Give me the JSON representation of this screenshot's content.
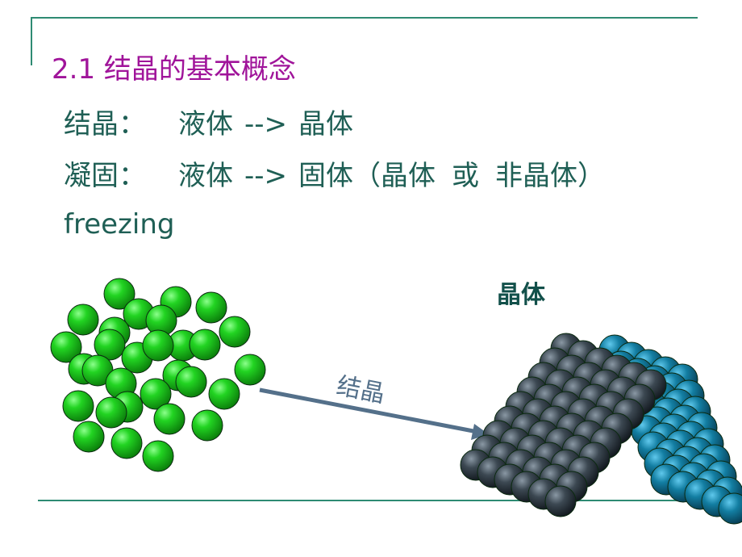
{
  "slide": {
    "title": "2.1 结晶的基本概念",
    "line1": {
      "term": "结晶：",
      "from": "液体",
      "arrow": "-->",
      "to": "晶体"
    },
    "line2": {
      "term": "凝固：",
      "from": "液体",
      "arrow": "-->",
      "to": "固体（晶体",
      "or": "或",
      "alt": "非晶体）"
    },
    "line3": "freezing"
  },
  "diagram": {
    "arrow_label": "结晶",
    "crystal_label": "晶体"
  },
  "colors": {
    "title": "#a0149a",
    "body_text": "#1f5f55",
    "accent_line": "#2e8b73",
    "liquid_sphere": "#18c818",
    "crystal_dark": "#3a4650",
    "crystal_teal": "#137ea2",
    "arrow": "#54708a"
  }
}
